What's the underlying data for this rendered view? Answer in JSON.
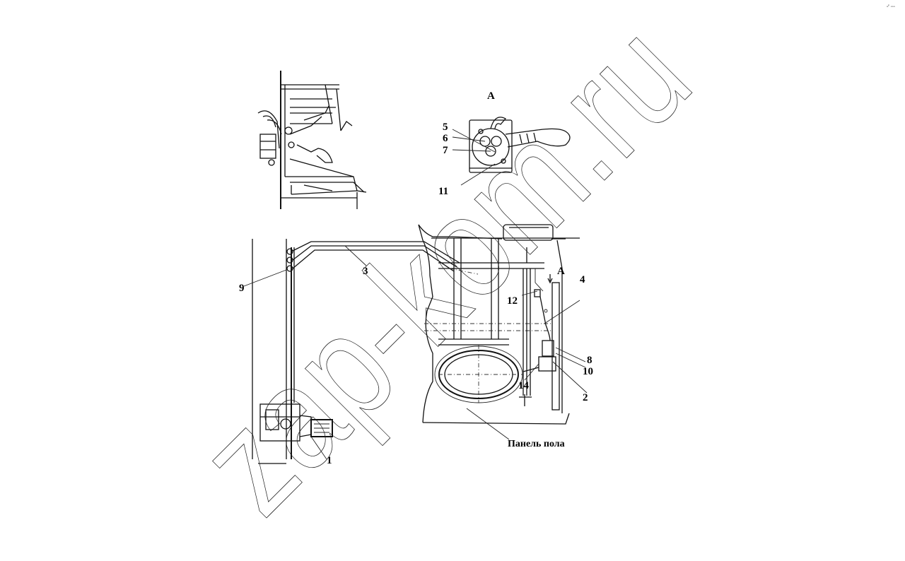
{
  "watermark": {
    "text": "zap-kom.ru"
  },
  "corner_mark": "ₐᵖ ₒₒₒ",
  "view_label_top": "A",
  "view_label_main": "A",
  "callouts": {
    "c1": "1",
    "c2": "2",
    "c3": "3",
    "c4": "4",
    "c5": "5",
    "c6": "6",
    "c7": "7",
    "c8": "8",
    "c9": "9",
    "c10": "10",
    "c11": "11",
    "c12": "12",
    "c14": "14"
  },
  "floor_panel_caption": "Панель пола"
}
